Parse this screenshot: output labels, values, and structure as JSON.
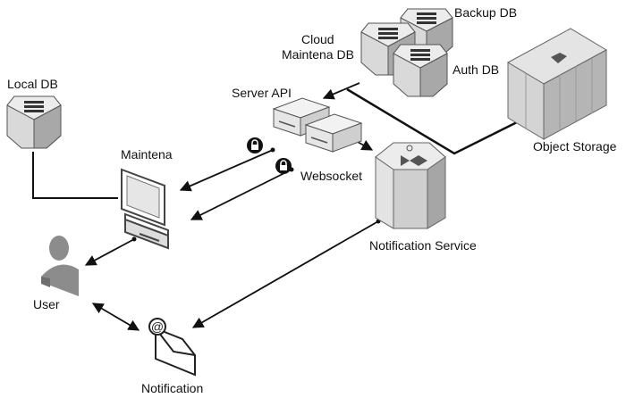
{
  "labels": {
    "local_db": "Local DB",
    "cloud_db_line1": "Cloud",
    "cloud_db_line2": "Maintena DB",
    "backup_db": "Backup DB",
    "auth_db": "Auth DB",
    "server_api": "Server API",
    "websocket": "Websocket",
    "object_storage": "Object Storage",
    "maintena": "Maintena",
    "notification_service": "Notification Service",
    "user": "User",
    "notification": "Notification"
  },
  "icons": {
    "local_db": "database-icon",
    "cloud_db": "database-icon",
    "backup_db": "database-icon",
    "auth_db": "database-icon",
    "server_api": "server-box-icon",
    "websocket": "server-box-icon",
    "object_storage": "storage-array-icon",
    "maintena": "computer-terminal-icon",
    "notification_service": "cylinder-service-icon",
    "user": "user-silhouette-icon",
    "notification": "email-envelope-icon",
    "secure_link": "lock-badge-icon"
  },
  "colors": {
    "line": "#111111",
    "gray_light": "#d9d9d9",
    "gray_mid": "#bdbdbd",
    "gray_dark": "#8c8c8c",
    "gray_shadow": "#6e6e6e"
  }
}
